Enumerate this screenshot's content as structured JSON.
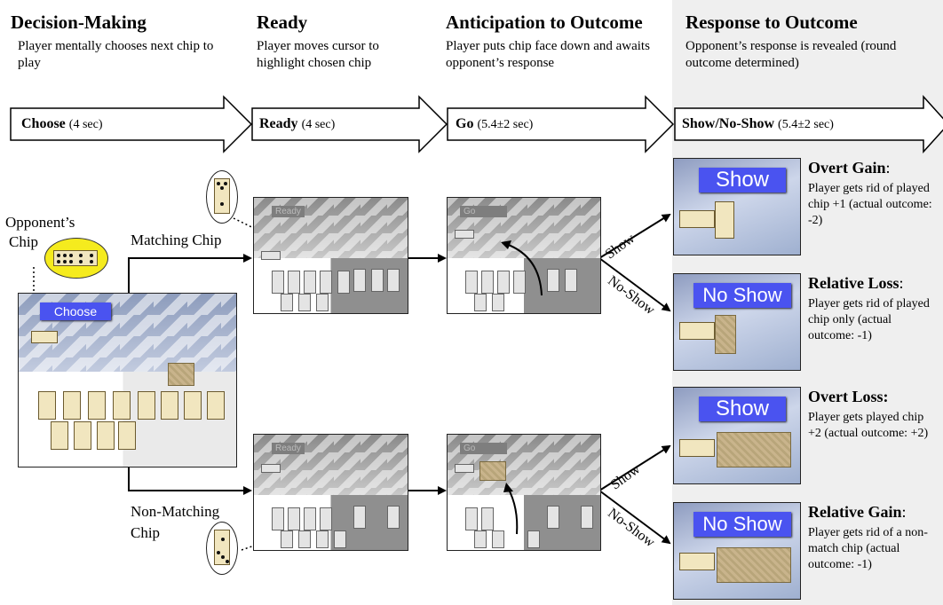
{
  "stages": [
    {
      "title": "Decision-Making",
      "desc": "Player mentally chooses next chip to play"
    },
    {
      "title": "Ready",
      "desc": "Player moves cursor to highlight  chosen chip"
    },
    {
      "title": "Anticipation to Outcome",
      "desc": "Player puts chip face down and awaits opponent’s response"
    },
    {
      "title": "Response to Outcome",
      "desc": "Opponent’s response is revealed (round outcome determined)"
    }
  ],
  "timeline": [
    {
      "label": "Choose",
      "duration": "(4 sec)"
    },
    {
      "label": "Ready",
      "duration": "(4 sec)"
    },
    {
      "label": "Go",
      "duration": "(5.4±2 sec)"
    },
    {
      "label": "Show/No-Show",
      "duration": "(5.4±2 sec)"
    }
  ],
  "labels": {
    "opponent_chip": "Opponent’s",
    "opponent_chip2": "Chip",
    "matching_chip": "Matching Chip",
    "non_matching_chip": "Non-Matching",
    "non_matching_chip2": "Chip",
    "show": "Show",
    "no_show": "No-Show"
  },
  "screens": {
    "choose_button": "Choose",
    "ready_button": "Ready",
    "go_button": "Go",
    "show_button": "Show",
    "noshow_button": "No Show"
  },
  "outcomes": [
    {
      "title": "Overt Gain",
      "title_suffix": ":",
      "desc": "Player gets rid of played chip +1 (actual outcome: -2)",
      "button": "Show"
    },
    {
      "title": "Relative Loss",
      "title_suffix": ":",
      "desc": "Player gets rid of played chip only (actual outcome: -1)",
      "button": "No Show"
    },
    {
      "title": "Overt Loss:",
      "title_suffix": "",
      "desc": "Player gets played chip +2 (actual outcome: +2)",
      "button": "Show"
    },
    {
      "title": "Relative Gain",
      "title_suffix": ":",
      "desc": "Player gets rid of a non-match chip (actual outcome: -1)",
      "button": "No Show"
    }
  ],
  "colors": {
    "highlight": "#f5eb1e",
    "button_blue": "#4a53f0",
    "panel_bg": "#efefef"
  }
}
